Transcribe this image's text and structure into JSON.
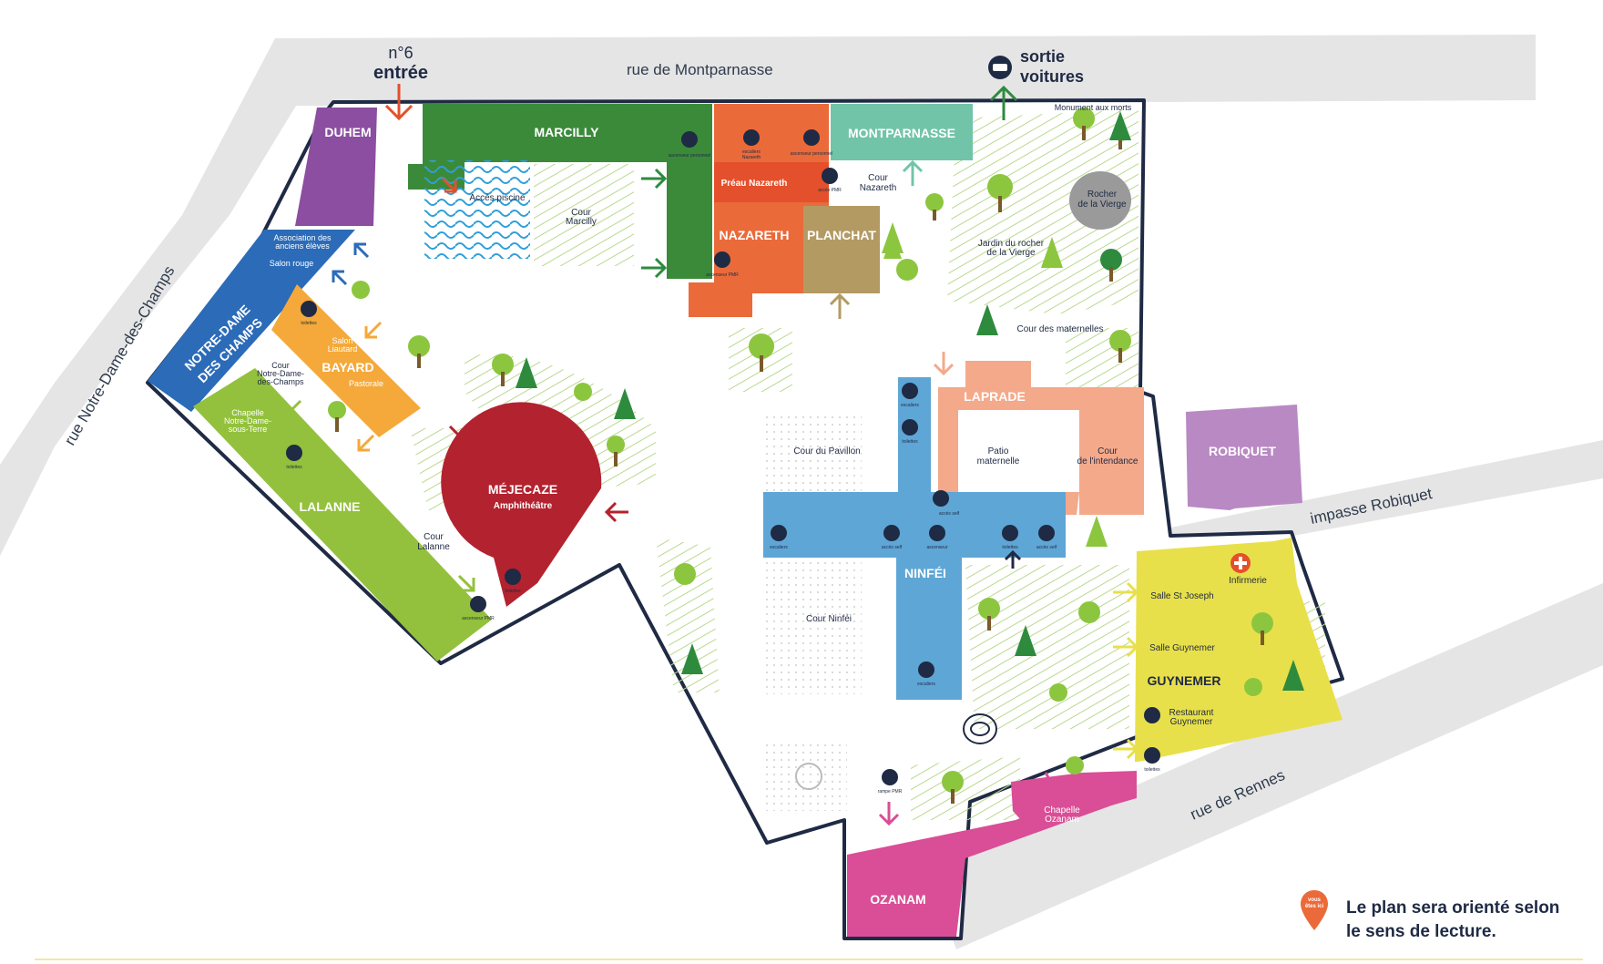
{
  "streets": {
    "montparnasse": "rue de Montparnasse",
    "notre_dame": "rue Notre-Dame-des-Champs",
    "robiquet": "impasse Robiquet",
    "rennes": "rue de Rennes"
  },
  "entrance": {
    "number": "n°6",
    "label": "entrée"
  },
  "car_exit": {
    "line1": "sortie",
    "line2": "voitures"
  },
  "buildings": {
    "duhem": "DUHEM",
    "marcilly": "MARCILLY",
    "montparnasse": "MONTPARNASSE",
    "nazareth": "NAZARETH",
    "preau_nazareth": "Préau Nazareth",
    "planchat": "PLANCHAT",
    "notre_dame_l1": "NOTRE-DAME",
    "notre_dame_l2": "DES CHAMPS",
    "bayard": "BAYARD",
    "lalanne": "LALANNE",
    "mejecaze": "MÉJECAZE",
    "amphitheatre": "Amphithéâtre",
    "laprade": "LAPRADE",
    "ninfei": "NINFÉI",
    "robiquet": "ROBIQUET",
    "guynemer": "GUYNEMER",
    "ozanam": "OZANAM"
  },
  "places": {
    "acces_piscine": "Accès piscine",
    "cour_marcilly_1": "Cour",
    "cour_marcilly_2": "Marcilly",
    "cour_nazareth_1": "Cour",
    "cour_nazareth_2": "Nazareth",
    "monument": "Monument aux morts",
    "rocher_1": "Rocher",
    "rocher_2": "de la Vierge",
    "jardin_1": "Jardin du rocher",
    "jardin_2": "de la Vierge",
    "cour_maternelles": "Cour des maternelles",
    "asso_1": "Association des",
    "asso_2": "anciens élèves",
    "salon_rouge": "Salon rouge",
    "salon_liautard_1": "Salon",
    "salon_liautard_2": "Liautard",
    "pastorale": "Pastorale",
    "cour_ndc_1": "Cour",
    "cour_ndc_2": "Notre-Dame-",
    "cour_ndc_3": "des-Champs",
    "chapelle_ndst_1": "Chapelle",
    "chapelle_ndst_2": "Notre-Dame-",
    "chapelle_ndst_3": "sous-Terre",
    "cour_lalanne_1": "Cour",
    "cour_lalanne_2": "Lalanne",
    "cour_pavillon": "Cour du Pavillon",
    "cour_ninfei": "Cour Ninféi",
    "patio_1": "Patio",
    "patio_2": "maternelle",
    "cour_intendance_1": "Cour",
    "cour_intendance_2": "de l'intendance",
    "salle_st_joseph": "Salle St Joseph",
    "salle_guynemer": "Salle Guynemer",
    "restaurant_1": "Restaurant",
    "restaurant_2": "Guynemer",
    "infirmerie": "Infirmerie",
    "chapelle_ozanam_1": "Chapelle",
    "chapelle_ozanam_2": "Ozanam"
  },
  "icon_labels": {
    "ascenseur_personnel": "ascenseur personnel",
    "escaliers_1": "escaliers",
    "escaliers_2": "Nazareth",
    "acces_pmr": "accès PMR",
    "ascenseur_pmr": "ascenseur PMR",
    "toilettes": "toilettes",
    "ascenseur": "ascenseur",
    "acces_self": "accès self",
    "rampe_pmr": "rampe PMR"
  },
  "note": {
    "line1": "Le plan sera orienté selon",
    "line2": "le sens de lecture."
  },
  "pin_label": {
    "line1": "vous",
    "line2": "êtes ici"
  },
  "colors": {
    "marcilly": "#3b8a3a",
    "montparnasse": "#72c4a8",
    "nazareth": "#ea6a3a",
    "preau": "#e4502c",
    "planchat": "#b39a63",
    "duhem": "#8b4ea0",
    "notre_dame": "#2b6bb8",
    "bayard": "#f4a93a",
    "lalanne": "#93c13d",
    "mejecaze": "#b3222f",
    "laprade": "#f4a98a",
    "ninfei": "#5ea6d6",
    "robiquet": "#b989c4",
    "guynemer": "#e8e04a",
    "ozanam": "#d94e96",
    "outline": "#1f2a44",
    "street": "#e5e5e5",
    "grass": "#8cc63f"
  }
}
